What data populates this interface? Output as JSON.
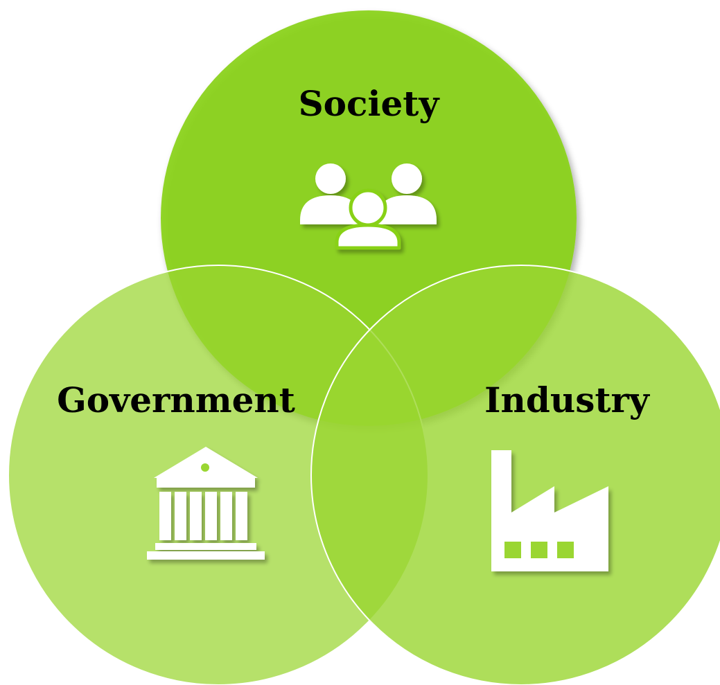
{
  "diagram": {
    "type": "venn",
    "circles": [
      {
        "id": "society",
        "label": "Society",
        "icon": "people-group-icon",
        "color": "#88d117",
        "opacity": 0.92
      },
      {
        "id": "government",
        "label": "Government",
        "icon": "government-building-icon",
        "color": "#9ad631",
        "opacity": 0.72
      },
      {
        "id": "industry",
        "label": "Industry",
        "icon": "factory-icon",
        "color": "#9ad631",
        "opacity": 0.8
      }
    ],
    "colors": {
      "icon": "#ffffff",
      "circle_outline": "#ffffff",
      "label": "#000000"
    }
  }
}
